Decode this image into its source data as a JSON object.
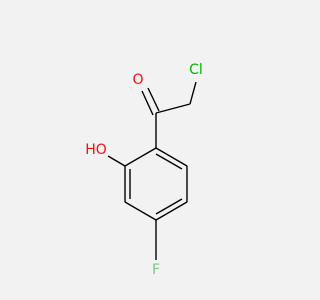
{
  "molecule": {
    "atoms": {
      "chlorine": {
        "label": "Cl",
        "color": "#00b800"
      },
      "oxygen_carbonyl": {
        "label": "O",
        "color": "#ff0d0d"
      },
      "hydroxyl": {
        "label": "HO",
        "color": "#ff0d0d"
      },
      "fluorine": {
        "label": "F",
        "color": "#7fc97f"
      }
    },
    "bond_color": "#000000",
    "background": "#f2f2f2"
  }
}
